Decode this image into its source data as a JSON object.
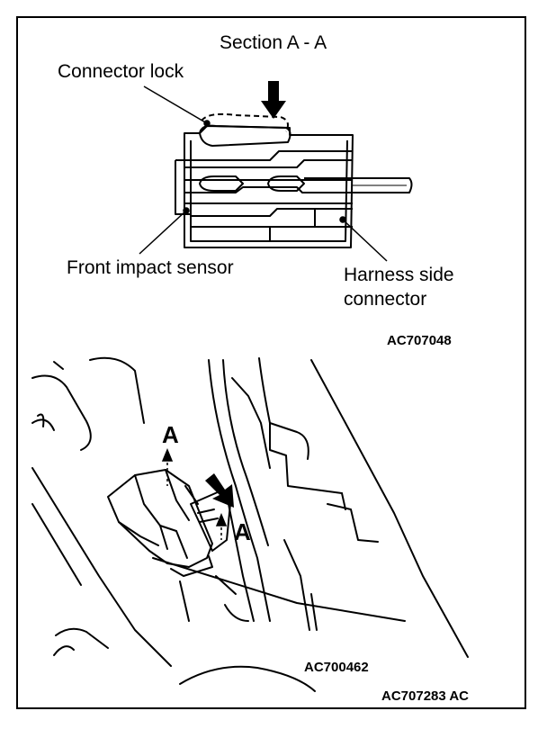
{
  "figure": {
    "section_title": "Section A - A",
    "callouts": {
      "connector_lock": "Connector lock",
      "front_impact_sensor": "Front impact sensor",
      "harness_side_connector_line1": "Harness side",
      "harness_side_connector_line2": "connector"
    },
    "section_markers": {
      "marker_top": "A",
      "marker_bottom": "A"
    },
    "codes": {
      "upper_view": "AC707048",
      "lower_view": "AC700462",
      "figure": "AC707283 AC"
    }
  }
}
